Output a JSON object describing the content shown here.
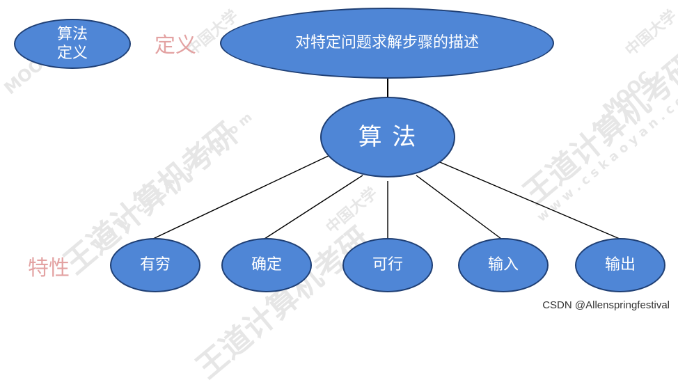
{
  "diagram": {
    "definition_node": "算法\n定义",
    "definition_label": "定义",
    "definition_text": "对特定问题求解步骤的描述",
    "center_node": "算 法",
    "property_label": "特性",
    "properties": [
      "有穷",
      "确定",
      "可行",
      "输入",
      "输出"
    ]
  },
  "watermarks": {
    "brand": "王道计算机考研",
    "url": "w w w . c s k a o y a n . c o m",
    "moooc": "MOOC",
    "china": "中国大学"
  },
  "credit": "CSDN @Allenspringfestival",
  "colors": {
    "node_fill": "#4f86d6",
    "node_border": "#1f3f74",
    "label_pink": "#e3a2a2",
    "watermark": "#e6e6e6"
  }
}
